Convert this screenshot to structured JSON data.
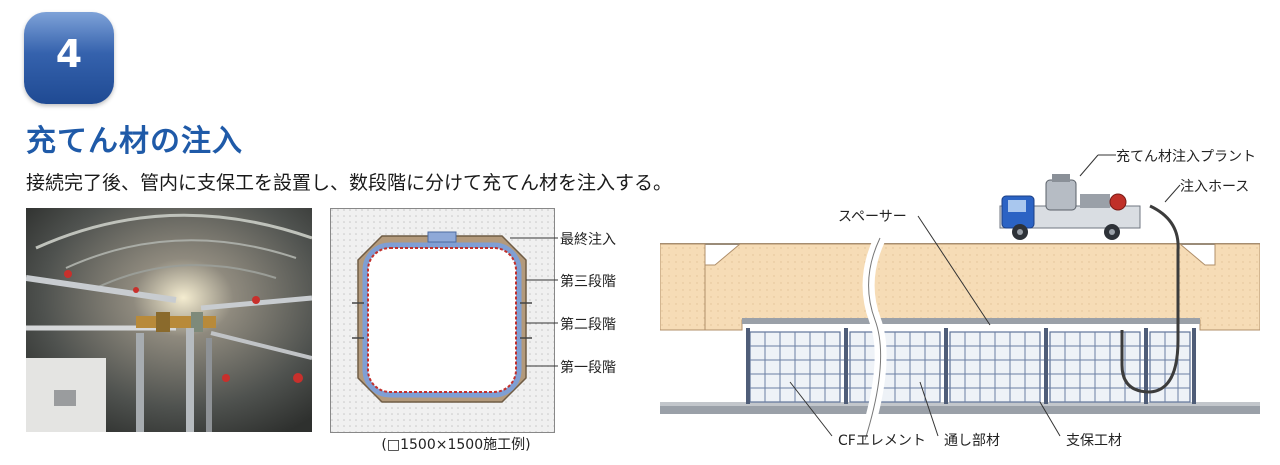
{
  "badge": {
    "number": "4"
  },
  "title": "充てん材の注入",
  "description": "接続完了後、管内に支保工を設置し、数段階に分けて充てん材を注入する。",
  "section": {
    "labels": [
      "最終注入",
      "第三段階",
      "第二段階",
      "第一段階"
    ],
    "caption": "(□1500×1500施工例)"
  },
  "diagram": {
    "labels": {
      "plant": "充てん材注入プラント",
      "hose": "注入ホース",
      "spacer": "スペーサー",
      "cf_element": "CFエレメント",
      "through_member": "通し部材",
      "support": "支保工材"
    }
  },
  "colors": {
    "title": "#1f5aa8",
    "badge": "#3562ad",
    "ground": "#f6dcb6",
    "fill_layer": "#b39a7c",
    "liner": "#7f9fd4"
  }
}
